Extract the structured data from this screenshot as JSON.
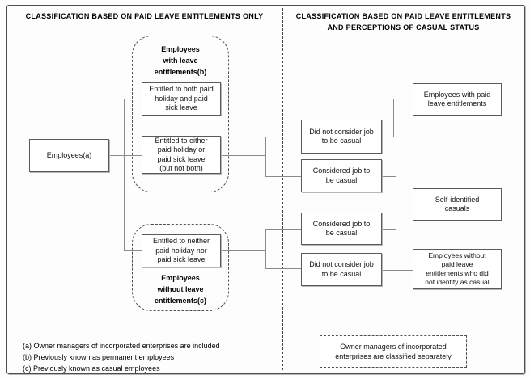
{
  "headers": {
    "left": "CLASSIFICATION BASED ON PAID LEAVE ENTITLEMENTS ONLY",
    "right": "CLASSIFICATION BASED ON PAID LEAVE ENTITLEMENTS\nAND PERCEPTIONS OF CASUAL STATUS"
  },
  "left_column": {
    "employees": "Employees(a)",
    "group_with_label": "Employees\nwith leave\nentitlements(b)",
    "entitled_both": "Entitled to both paid\nholiday and paid\nsick leave",
    "entitled_either": "Entitled to either\npaid holiday or\npaid sick leave\n(but not both)",
    "entitled_neither": "Entitled to neither\npaid holiday nor\npaid sick leave",
    "group_without_label": "Employees\nwithout leave\nentitlements(c)"
  },
  "middle_column": {
    "did_not_consider_1": "Did not consider job\nto be casual",
    "considered_1": "Considered job to\nbe casual",
    "considered_2": "Considered job to\nbe casual",
    "did_not_consider_2": "Did not consider job\nto be casual"
  },
  "right_column": {
    "with_entitlements": "Employees with paid\nleave entitlements",
    "self_identified": "Self-identified\ncasuals",
    "without_entitlements": "Employees without\npaid leave\nentitlements who did\nnot identify as casual"
  },
  "footnotes": [
    "(a) Owner managers of incorporated enterprises are included",
    "(b) Previously known as permanent employees",
    "(c) Previously known as casual employees"
  ],
  "note": "Owner managers of incorporated\nenterprises are classified separately",
  "colors": {
    "connector_line": "#8a8a8a",
    "box_border": "#5a5a5a",
    "dashed_border": "#4f4f4f",
    "text": "#000000",
    "background": "#fdfdfd"
  }
}
